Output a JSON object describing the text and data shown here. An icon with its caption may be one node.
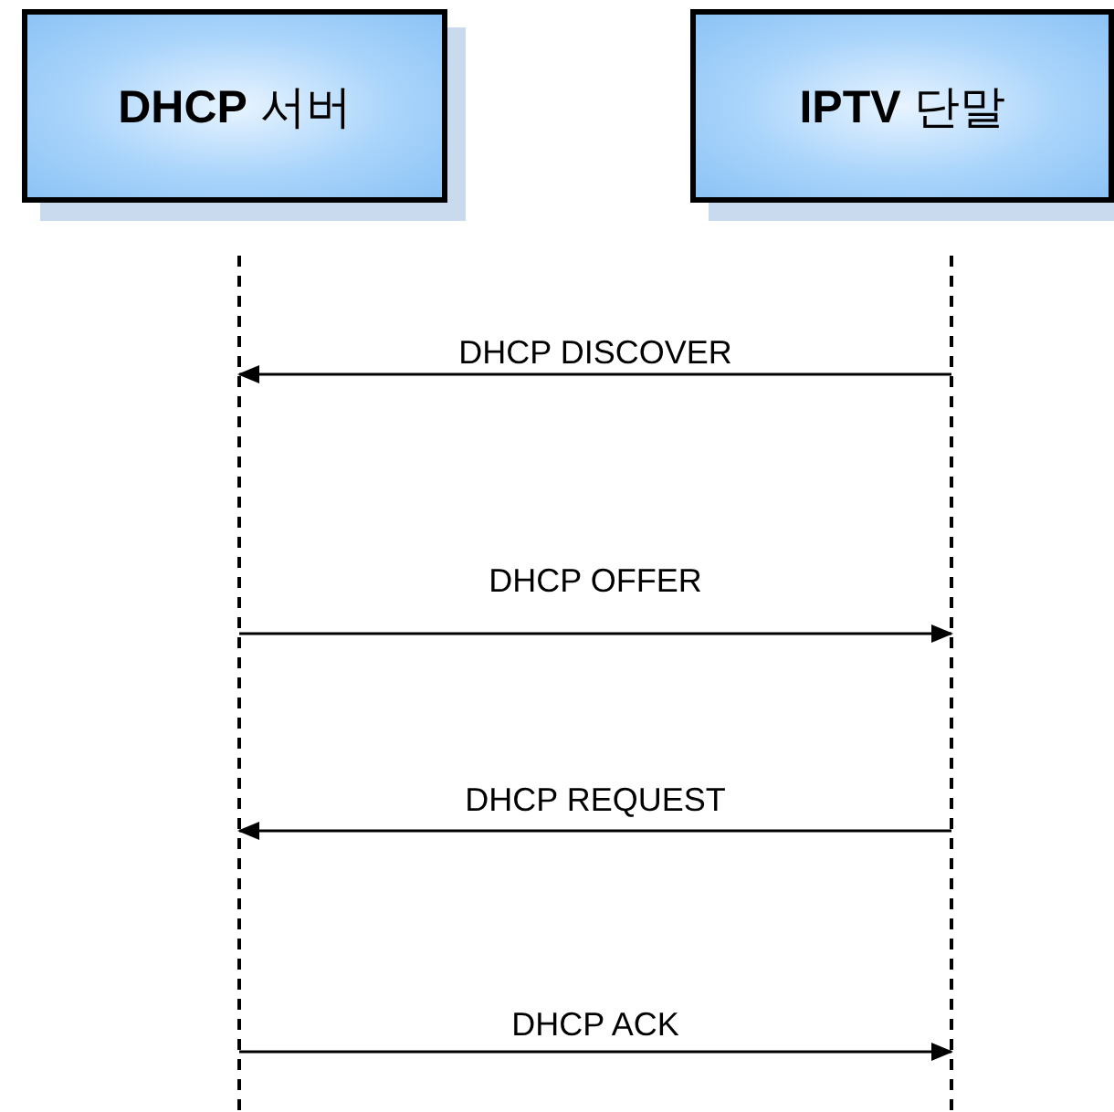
{
  "diagram": {
    "nodes": [
      {
        "text": [
          "**DHCP** 서버"
        ]
      },
      {
        "text": [
          "**IPTV** 단말"
        ]
      }
    ],
    "edges": [
      {
        "from": 1,
        "to": 0,
        "arrow": "to",
        "label": "DHCP DISCOVER"
      },
      {
        "from": 0,
        "to": 1,
        "arrow": "to",
        "label": "DHCP OFFER"
      },
      {
        "from": 1,
        "to": 0,
        "arrow": "to",
        "label": "DHCP REQUEST"
      },
      {
        "from": 0,
        "to": 1,
        "arrow": "to",
        "label": "DHCP ACK"
      }
    ]
  }
}
